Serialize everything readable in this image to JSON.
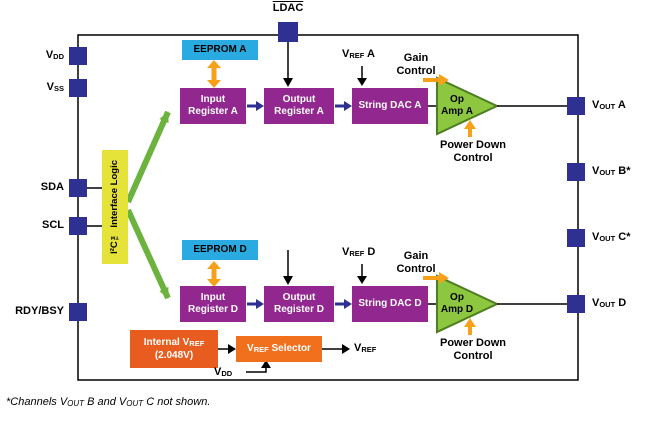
{
  "colors": {
    "pin_blue": "#2e3192",
    "eeprom_cyan": "#29abe2",
    "register_purple": "#92278f",
    "opamp_green": "#8dc63f",
    "i2c_yellow": "#e5e23a",
    "orange_block": "#e85d1f",
    "orange_arrow": "#f7a11a",
    "green_arrow": "#6cb33e",
    "blue_arrow": "#2e3192"
  },
  "pins": {
    "top": {
      "label": "LDAC"
    },
    "left": [
      {
        "main": "V",
        "sub": "DD",
        "suffix": ""
      },
      {
        "main": "V",
        "sub": "SS",
        "suffix": ""
      },
      {
        "main": "SDA",
        "sub": "",
        "suffix": ""
      },
      {
        "main": "SCL",
        "sub": "",
        "suffix": ""
      },
      {
        "main": "RDY/BSY",
        "sub": "",
        "suffix": ""
      }
    ],
    "right": [
      {
        "main": "V",
        "sub": "OUT",
        "suffix": " A"
      },
      {
        "main": "V",
        "sub": "OUT",
        "suffix": " B*"
      },
      {
        "main": "V",
        "sub": "OUT",
        "suffix": " C*"
      },
      {
        "main": "V",
        "sub": "OUT",
        "suffix": " D"
      }
    ]
  },
  "i2c": {
    "label": "I²C™ Interface Logic"
  },
  "channel_a": {
    "eeprom": "EEPROM A",
    "input_register": "Input Register A",
    "output_register": "Output Register A",
    "string_dac": "String DAC A",
    "opamp_line1": "Op",
    "opamp_line2": "Amp A",
    "vref": {
      "main": "V",
      "sub": "REF",
      "suffix": " A"
    },
    "gain_control": "Gain Control",
    "power_down": "Power Down Control"
  },
  "channel_d": {
    "eeprom": "EEPROM D",
    "input_register": "Input Register D",
    "output_register": "Output Register D",
    "string_dac": "String DAC D",
    "opamp_line1": "Op",
    "opamp_line2": "Amp D",
    "vref": {
      "main": "V",
      "sub": "REF",
      "suffix": " D"
    },
    "gain_control": "Gain Control",
    "power_down": "Power Down Control"
  },
  "vref_section": {
    "internal_main": "Internal V",
    "internal_sub": "REF",
    "internal_line2": "(2.048V)",
    "selector": {
      "main": "V",
      "sub": "REF",
      "suffix": " Selector"
    },
    "output": {
      "main": "V",
      "sub": "REF"
    },
    "vdd": {
      "main": "V",
      "sub": "DD"
    }
  },
  "note": {
    "p1": "*Channels V",
    "p2": "OUT",
    "p3": " B and V",
    "p4": "OUT",
    "p5": " C not shown."
  }
}
